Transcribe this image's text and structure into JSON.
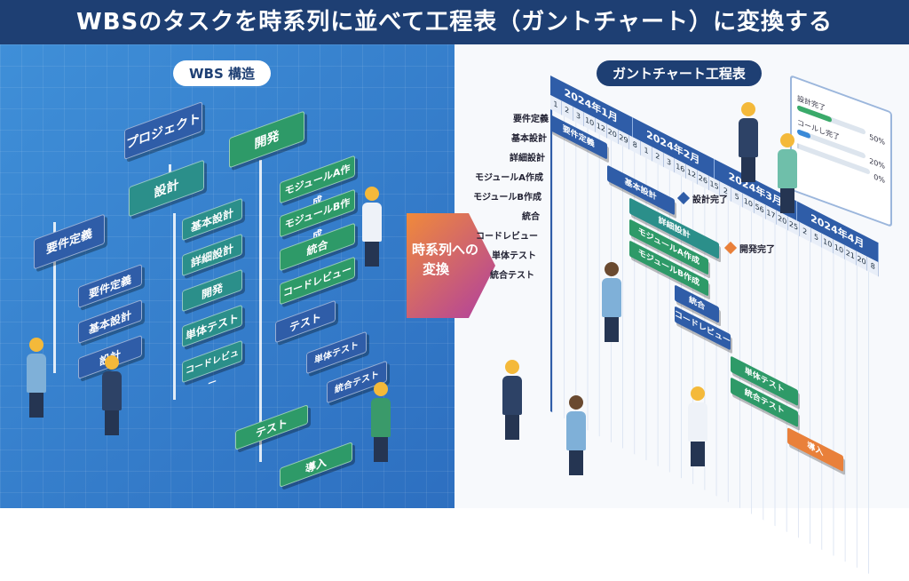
{
  "title": "WBSのタスクを時系列に並べて工程表（ガントチャート）に変換する",
  "wbs": {
    "heading": "WBS 構造",
    "nodes": [
      "プロジェクト",
      "設計",
      "開発",
      "要件定義",
      "要件定義",
      "基本設計",
      "設計",
      "基本設計",
      "詳細設計",
      "開発",
      "単体テスト",
      "コードレビュー",
      "モジュールA作成",
      "モジュールB作成",
      "統合",
      "コードレビュー",
      "テスト",
      "単体テスト",
      "統合テスト",
      "テスト",
      "導入"
    ]
  },
  "arrow": {
    "line1": "時系列への",
    "line2": "変換"
  },
  "gantt": {
    "heading": "ガントチャート工程表",
    "months": [
      "2024年1月",
      "2024年2月",
      "2024年3月",
      "2024年4月"
    ],
    "days": [
      "1",
      "2",
      "3",
      "10",
      "12",
      "20",
      "29",
      "8",
      "1",
      "2",
      "3",
      "16",
      "12",
      "26",
      "15",
      "2",
      "5",
      "10",
      "56",
      "17",
      "20",
      "25",
      "2",
      "5",
      "10",
      "10",
      "21",
      "20",
      "8"
    ],
    "rows": [
      "要件定義",
      "基本設計",
      "詳細設計",
      "モジュールA作成",
      "モジュールB作成",
      "統合",
      "コードレビュー",
      "単体テスト",
      "統合テスト"
    ],
    "bars": [
      "要件定義",
      "基本設計",
      "詳細設計",
      "モジュールA作成",
      "モジュールB作成",
      "統合",
      "コードレビュー",
      "単体テスト",
      "統合テスト",
      "導入"
    ],
    "milestones": [
      "設計完了",
      "開発完了"
    ]
  },
  "progress": {
    "items": [
      {
        "label": "設計完了",
        "value": "50%",
        "pct": 50
      },
      {
        "label": "コールし完了",
        "value": "20%",
        "pct": 20
      },
      {
        "label": "",
        "value": "0%",
        "pct": 0
      }
    ]
  },
  "colors": {
    "blue": "#2f5da8",
    "green": "#2e9a68",
    "teal": "#2b8f8a",
    "orange": "#e9803a"
  }
}
